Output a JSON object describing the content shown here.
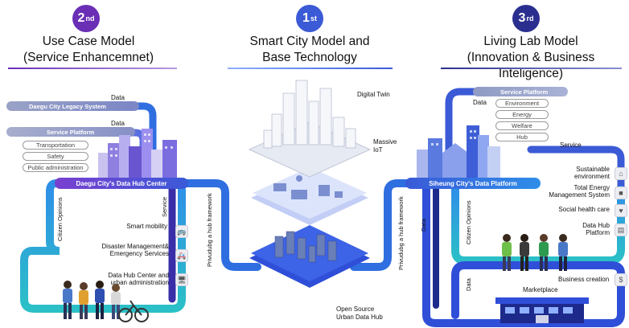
{
  "models": {
    "left": {
      "badge_num": "2",
      "badge_sup": "nd",
      "title_line1": "Use Case Model",
      "title_line2": "(Service Enhancemnet)",
      "color": "#6a2fb5"
    },
    "center": {
      "badge_num": "1",
      "badge_sup": "st",
      "title_line1": "Smart City Model and",
      "title_line2": "Base Technology",
      "color": "#3b5ad6"
    },
    "right": {
      "badge_num": "3",
      "badge_sup": "rd",
      "title_line1": "Living Lab Model",
      "title_line2": "(Innovation & Business Inteligence)",
      "color": "#2a2f8f"
    }
  },
  "left": {
    "legacy_system": "Daegu City Legacy System",
    "service_platform": "Service Platform",
    "data_label_1": "Data",
    "data_label_2": "Data",
    "tags": [
      "Transportation",
      "Safety",
      "Public administration"
    ],
    "hub_center": "Daegu City's Data Hub Center",
    "citizen_opinions": "Citizen Opinions",
    "service": "Service",
    "services": [
      "Smart mobility",
      "Disaster Management& Emergency Services",
      "Data Hub Center and urban administration"
    ]
  },
  "center": {
    "digital_twin": "Digital Twin",
    "massive_iot": "Massive IoT",
    "open_source_line1": "Open Source",
    "open_source_line2": "Urban Data Hub",
    "hub_framework_left": "Privudubg a hub framework",
    "hub_framework_right": "Privudubg a hub framework"
  },
  "right": {
    "service_platform": "Service Platform",
    "data_label": "Data",
    "tags": [
      "Environment",
      "Energy",
      "Welfare",
      "Hub"
    ],
    "service": "Service",
    "data_platform": "Siheung City's Data Platform",
    "citizen_opinions": "Citizen Opinions",
    "data_vertical_1": "Data",
    "data_vertical_2": "Data",
    "services": [
      "Sustainable environment",
      "Total Energy Management System",
      "Social health care",
      "Data Hub Platform"
    ],
    "business_creation": "Business creation",
    "marketplace": "Marketplace"
  },
  "colors": {
    "flow_blue": "#2f6ee0",
    "flow_teal": "#2bb3c7",
    "flow_purple": "#5a3fc8",
    "navy": "#1d2a8c",
    "gray_bar": "#8f9bc4"
  }
}
